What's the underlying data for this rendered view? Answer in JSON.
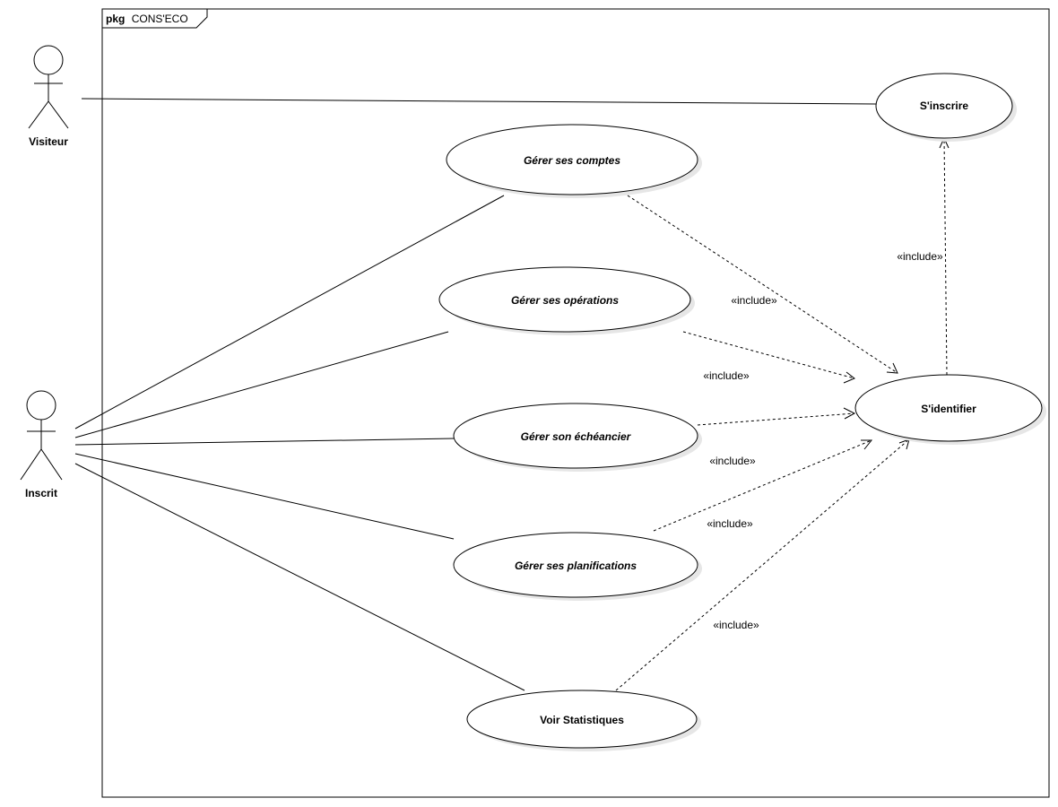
{
  "package": {
    "keyword": "pkg",
    "name": "CONS'ECO"
  },
  "actors": {
    "visiteur": "Visiteur",
    "inscrit": "Inscrit"
  },
  "use_cases": {
    "sinscrire": "S'inscrire",
    "gerer_comptes": "Gérer ses comptes",
    "gerer_operations": "Gérer ses opérations",
    "gerer_echeancier": "Gérer son échéancier",
    "gerer_planifications": "Gérer ses planifications",
    "voir_statistiques": "Voir Statistiques",
    "sidentifier": "S'identifier"
  },
  "relations": {
    "include": "«include»"
  }
}
